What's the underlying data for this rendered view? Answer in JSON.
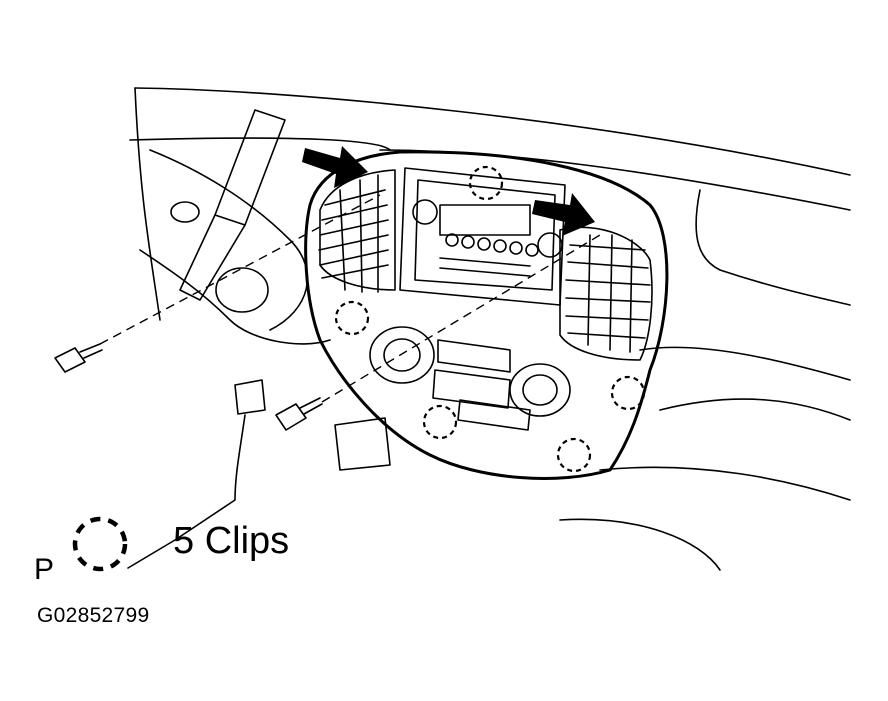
{
  "legend": {
    "clip_count_label": "5 Clips",
    "clip_symbol": "P"
  },
  "figure_id": "G02852799",
  "colors": {
    "line": "#000000",
    "background": "#ffffff"
  }
}
